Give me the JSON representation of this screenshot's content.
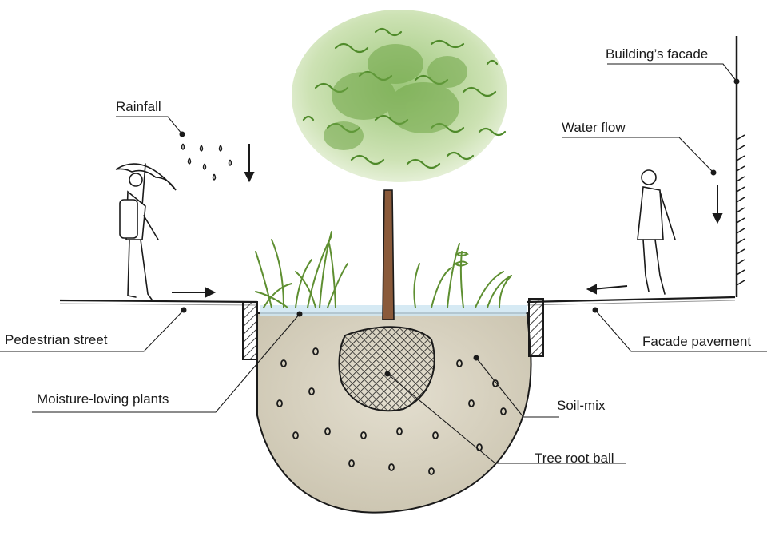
{
  "labels": {
    "rainfall": "Rainfall",
    "building_facade": "Building’s facade",
    "water_flow": "Water flow",
    "pedestrian_street": "Pedestrian street",
    "facade_pavement": "Facade pavement",
    "moisture_plants": "Moisture-loving plants",
    "soil_mix": "Soil-mix",
    "tree_root_ball": "Tree root ball"
  },
  "colors": {
    "ink": "#1a1a1a",
    "soil": "#d6d0bf",
    "foliage_light": "#c8dcaa",
    "foliage_dark": "#4f8a2a",
    "grass": "#6f9a3c",
    "water": "#cfe6f2",
    "trunk": "#8a5a3a"
  }
}
